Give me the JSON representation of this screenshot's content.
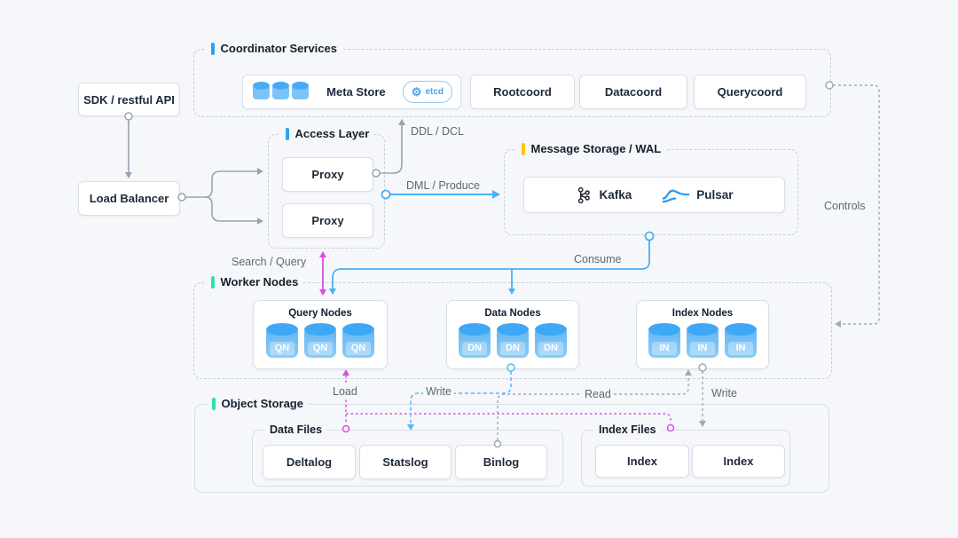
{
  "nodes": {
    "sdk": "SDK / restful API",
    "load_balancer": "Load Balancer"
  },
  "coordinator": {
    "title": "Coordinator Services",
    "meta_store": {
      "label": "Meta Store",
      "badge": "etcd"
    },
    "services": [
      {
        "label": "Rootcoord"
      },
      {
        "label": "Datacoord"
      },
      {
        "label": "Querycoord"
      }
    ]
  },
  "access_layer": {
    "title": "Access Layer",
    "proxies": [
      {
        "label": "Proxy"
      },
      {
        "label": "Proxy"
      }
    ]
  },
  "message_storage": {
    "title": "Message Storage / WAL",
    "brokers": [
      {
        "label": "Kafka"
      },
      {
        "label": "Pulsar"
      }
    ]
  },
  "worker_nodes": {
    "title": "Worker Nodes",
    "groups": [
      {
        "label": "Query Nodes",
        "cylinder": "QN"
      },
      {
        "label": "Data Nodes",
        "cylinder": "DN"
      },
      {
        "label": "Index Nodes",
        "cylinder": "IN"
      }
    ]
  },
  "object_storage": {
    "title": "Object Storage",
    "data_files": {
      "title": "Data Files",
      "items": [
        {
          "label": "Deltalog"
        },
        {
          "label": "Statslog"
        },
        {
          "label": "Binlog"
        }
      ]
    },
    "index_files": {
      "title": "Index Files",
      "items": [
        {
          "label": "Index"
        },
        {
          "label": "Index"
        }
      ]
    }
  },
  "edges": {
    "ddl": "DDL / DCL",
    "dml": "DML / Produce",
    "search": "Search / Query",
    "consume": "Consume",
    "controls": "Controls",
    "load": "Load",
    "write_data": "Write",
    "read": "Read",
    "write_index": "Write"
  },
  "colors": {
    "background": "#f5f7fa",
    "accent_blue": "#29a5f0",
    "accent_yellow": "#ffc409",
    "accent_green": "#2be3a0",
    "arrow_blue": "#47b2f5",
    "arrow_magenta": "#dd4de0",
    "arrow_gray": "#98a3b1",
    "cylinder_top": "#3ea7f6",
    "cylinder_body": "#7cc4f8"
  }
}
